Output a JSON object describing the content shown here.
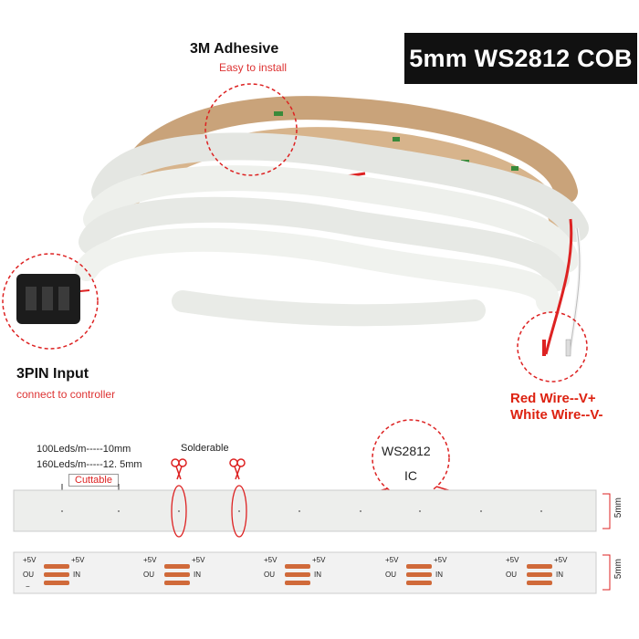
{
  "title": "5mm WS2812 COB",
  "adhesive": {
    "label": "3M Adhesive",
    "sub": "Easy to install"
  },
  "input": {
    "label": "3PIN Input",
    "sub": "connect to controller"
  },
  "wires": {
    "red": "Red Wire--V+",
    "white": "White Wire--V-"
  },
  "spec": {
    "line1": "100Leds/m-----10mm",
    "line2": "160Leds/m-----12. 5mm",
    "cuttable": "Cuttable",
    "solderable": "Solderable",
    "ic_name": "WS2812",
    "ic_label": "IC",
    "width_top": "5mm",
    "width_bottom": "5mm"
  },
  "pcb_pads": {
    "plus": "+5V",
    "data_out": "OU",
    "data_in": "IN",
    "minus": "−"
  },
  "colors": {
    "red_accent": "#d22222",
    "copper": "#d06a3a",
    "strip": "#eef0ee",
    "adhesive_tape": "#c9a37a"
  }
}
